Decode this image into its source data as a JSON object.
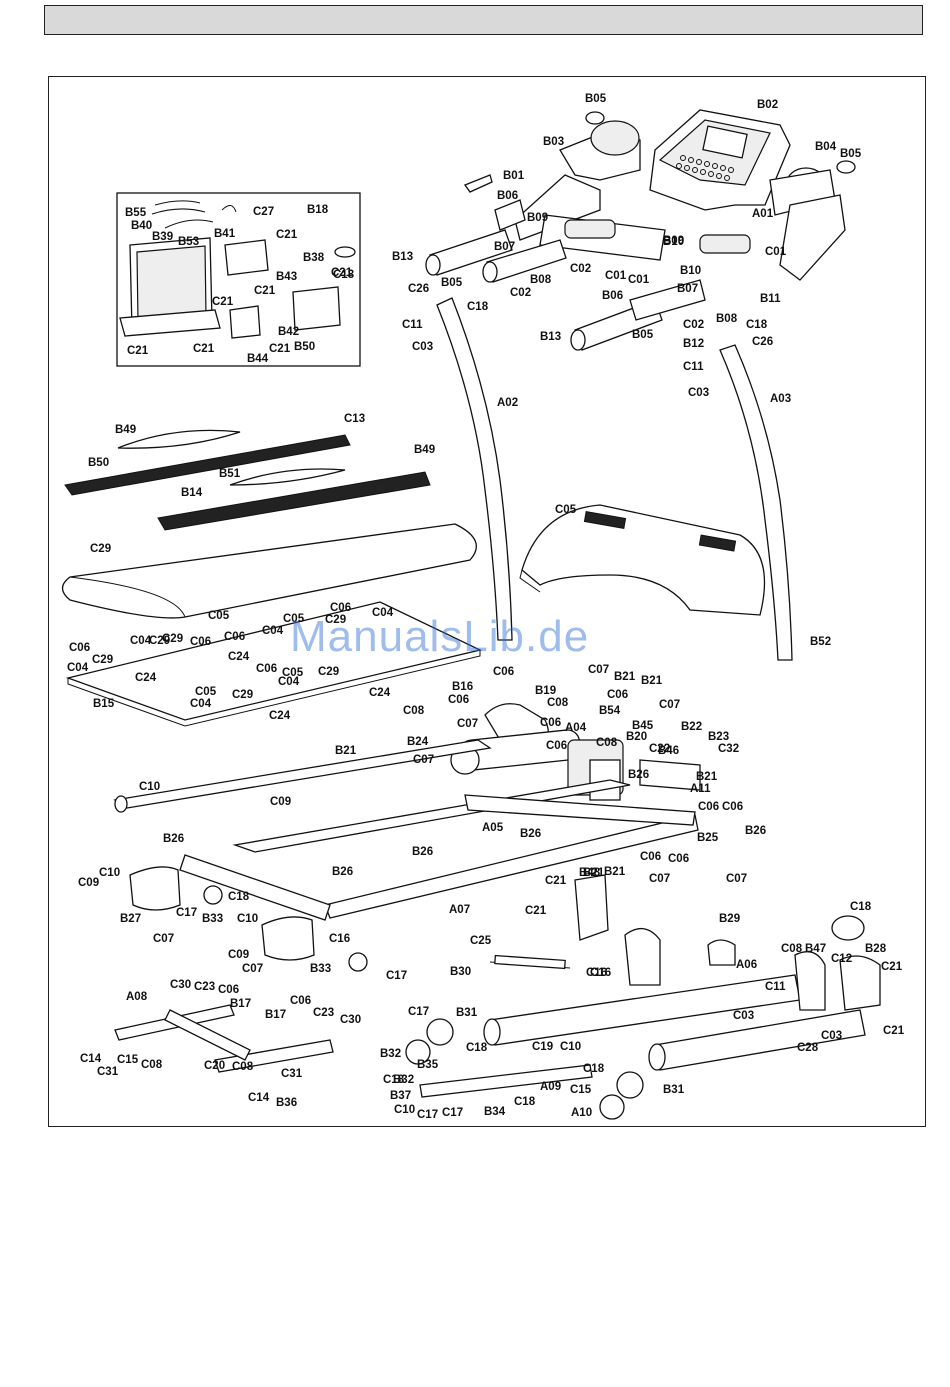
{
  "watermark": "ManualsLib.de",
  "labels": [
    "B05",
    "B02",
    "B03",
    "B04",
    "B05",
    "B01",
    "B06",
    "A01",
    "B09",
    "B10",
    "B07",
    "C01",
    "B09",
    "C02",
    "B13",
    "B08",
    "C01",
    "B10",
    "C01",
    "B05",
    "C18",
    "C02",
    "B11",
    "C26",
    "B06",
    "B07",
    "B13",
    "B05",
    "C02",
    "B08",
    "C18",
    "C11",
    "C03",
    "B12",
    "C26",
    "A02",
    "C11",
    "C03",
    "A03",
    "B55",
    "C27",
    "B18",
    "B40",
    "B41",
    "C21",
    "B39",
    "B53",
    "B38",
    "C21",
    "B43",
    "C21",
    "C21",
    "B42",
    "C21",
    "C21",
    "B44",
    "C21",
    "B50",
    "C13",
    "B49",
    "C13",
    "B50",
    "B49",
    "B51",
    "B14",
    "C05",
    "C29",
    "C06",
    "C04",
    "C05",
    "C29",
    "C06",
    "C04",
    "C29",
    "C24",
    "C05",
    "C06",
    "C29",
    "C04",
    "C06",
    "C29",
    "C04",
    "C24",
    "C06",
    "C05",
    "C04",
    "C29",
    "C24",
    "C05",
    "C29",
    "C04",
    "C24",
    "B15",
    "B52",
    "C06",
    "C07",
    "B21",
    "C06",
    "B21",
    "C07",
    "B16",
    "C06",
    "B19",
    "C08",
    "C06",
    "C08",
    "C07",
    "A04",
    "B54",
    "B45",
    "B22",
    "B23",
    "C22",
    "C06",
    "B20",
    "C08",
    "B46",
    "C32",
    "B24",
    "B21",
    "C07",
    "B21",
    "B26",
    "A11",
    "C06",
    "C06",
    "C10",
    "C09",
    "A05",
    "B26",
    "B26",
    "B26",
    "B25",
    "C06",
    "C06",
    "B21",
    "B26",
    "B21",
    "C07",
    "C07",
    "B26",
    "C10",
    "C09",
    "B48",
    "C21",
    "C18",
    "B27",
    "C17",
    "B33",
    "A07",
    "C21",
    "C07",
    "C10",
    "B29",
    "C09",
    "C18",
    "C16",
    "C08",
    "C25",
    "B47",
    "B28",
    "C07",
    "B33",
    "C17",
    "A06",
    "C12",
    "C21",
    "C16",
    "B30",
    "C16",
    "C11",
    "C30",
    "C23",
    "C06",
    "C03",
    "C28",
    "C03",
    "C21",
    "A08",
    "B17",
    "C06",
    "C23",
    "B17",
    "C30",
    "C17",
    "B31",
    "C14",
    "C15",
    "C08",
    "B32",
    "C18",
    "C31",
    "C20",
    "C08",
    "C31",
    "C19",
    "C10",
    "C18",
    "B35",
    "C18",
    "A09",
    "B31",
    "C15",
    "C14",
    "B36",
    "B37",
    "B34",
    "C18",
    "B32",
    "A10",
    "C10",
    "C17",
    "C17"
  ]
}
